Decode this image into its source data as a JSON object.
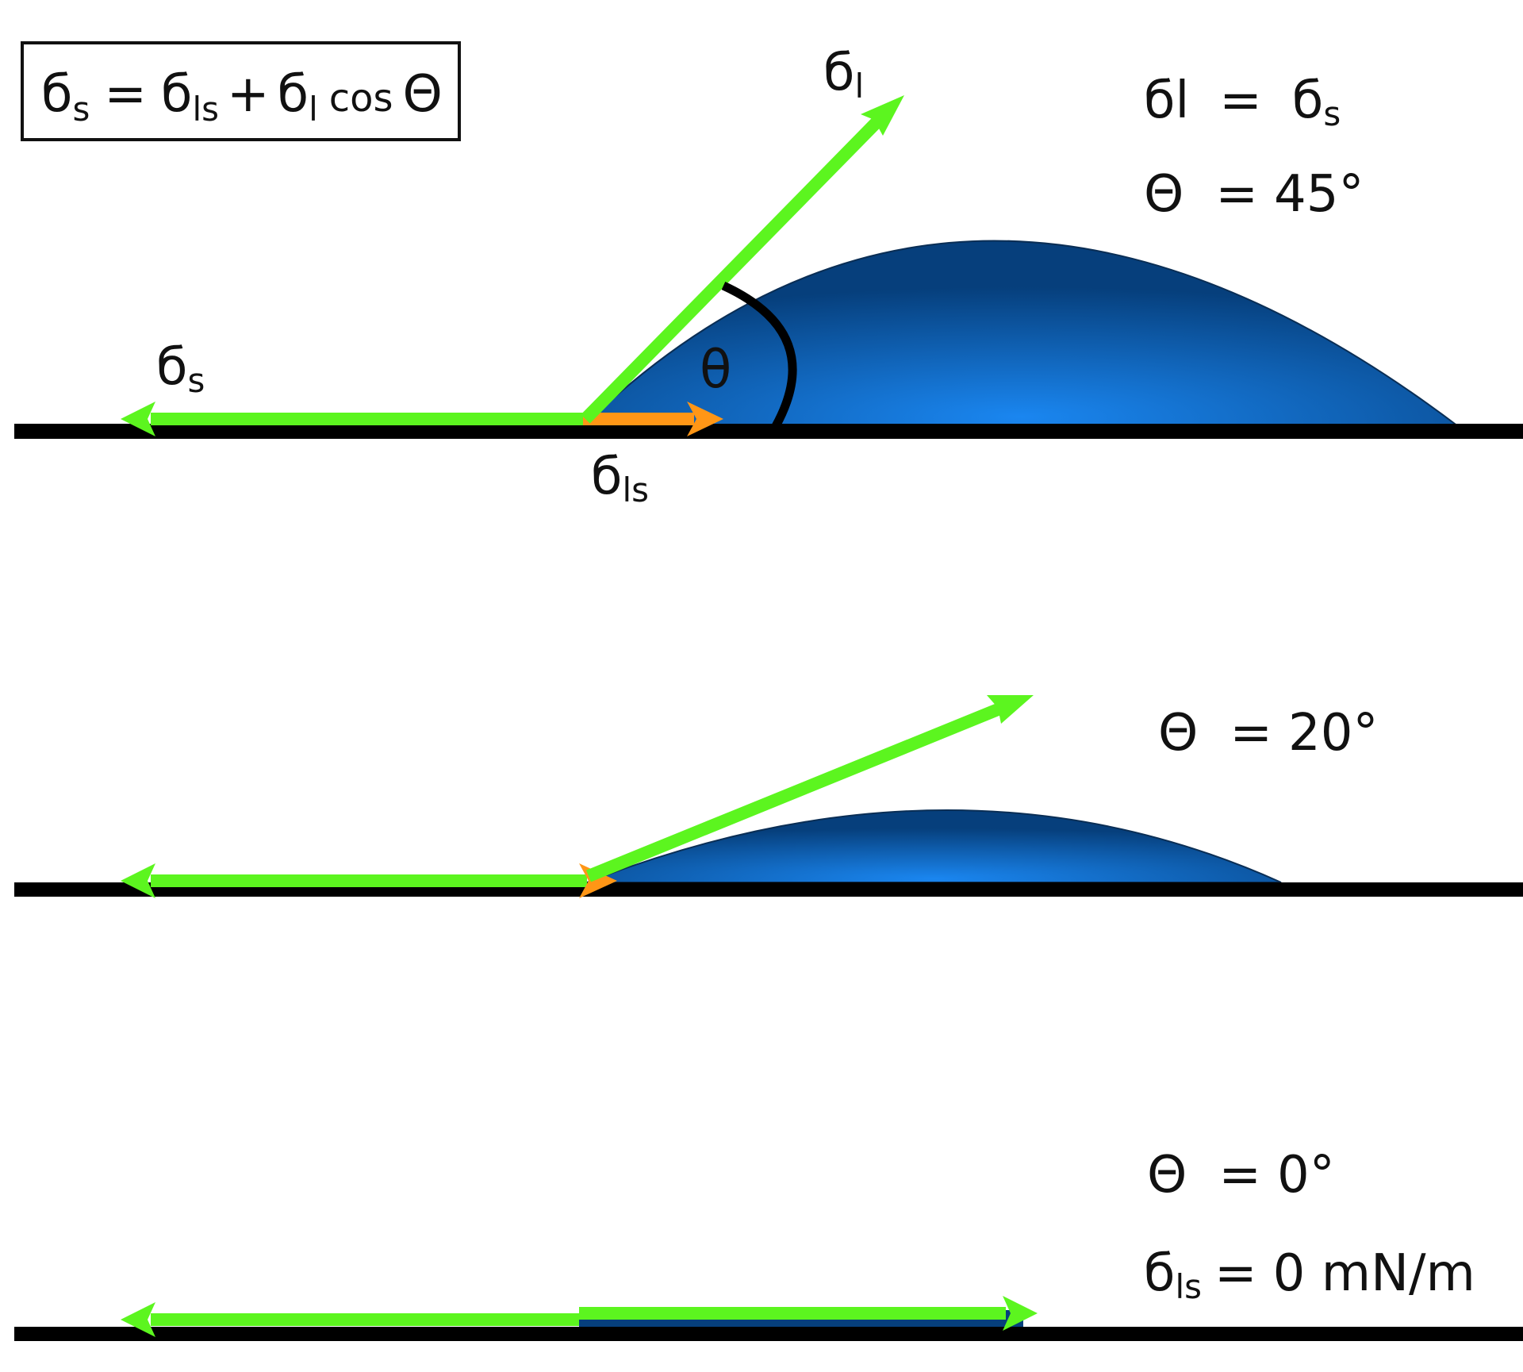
{
  "colors": {
    "force_vector": "#5cf51f",
    "interfacial_vector": "#ff9616",
    "drop_center": "#1a86f0",
    "drop_edge": "#063f7c",
    "surface": "#000000"
  },
  "equation": {
    "s1": "б",
    "s1_sub": "s",
    "eq": "=",
    "s2": "б",
    "s2_sub": "ls",
    "plus": "+",
    "s3": "б",
    "s3_sub": "l",
    "cos": "cos",
    "theta": "Θ"
  },
  "panel1": {
    "label_sl": "б",
    "label_sl_sub": "l",
    "label_ss": "б",
    "label_ss_sub": "s",
    "label_sls": "б",
    "label_sls_sub": "ls",
    "angle_symbol": "θ",
    "cond1_lhs": "бl",
    "cond1_eq": "=",
    "cond1_rhs": "б",
    "cond1_rhs_sub": "s",
    "cond2_lhs": "Θ",
    "cond2_eq": "=",
    "cond2_rhs": "45°"
  },
  "panel2": {
    "cond_lhs": "Θ",
    "cond_eq": "=",
    "cond_rhs": "20°"
  },
  "panel3": {
    "cond1_lhs": "Θ",
    "cond1_eq": "=",
    "cond1_rhs": "0°",
    "cond2_lhs": "б",
    "cond2_lhs_sub": "ls",
    "cond2_eq": "=",
    "cond2_rhs": "0 mN/m"
  }
}
